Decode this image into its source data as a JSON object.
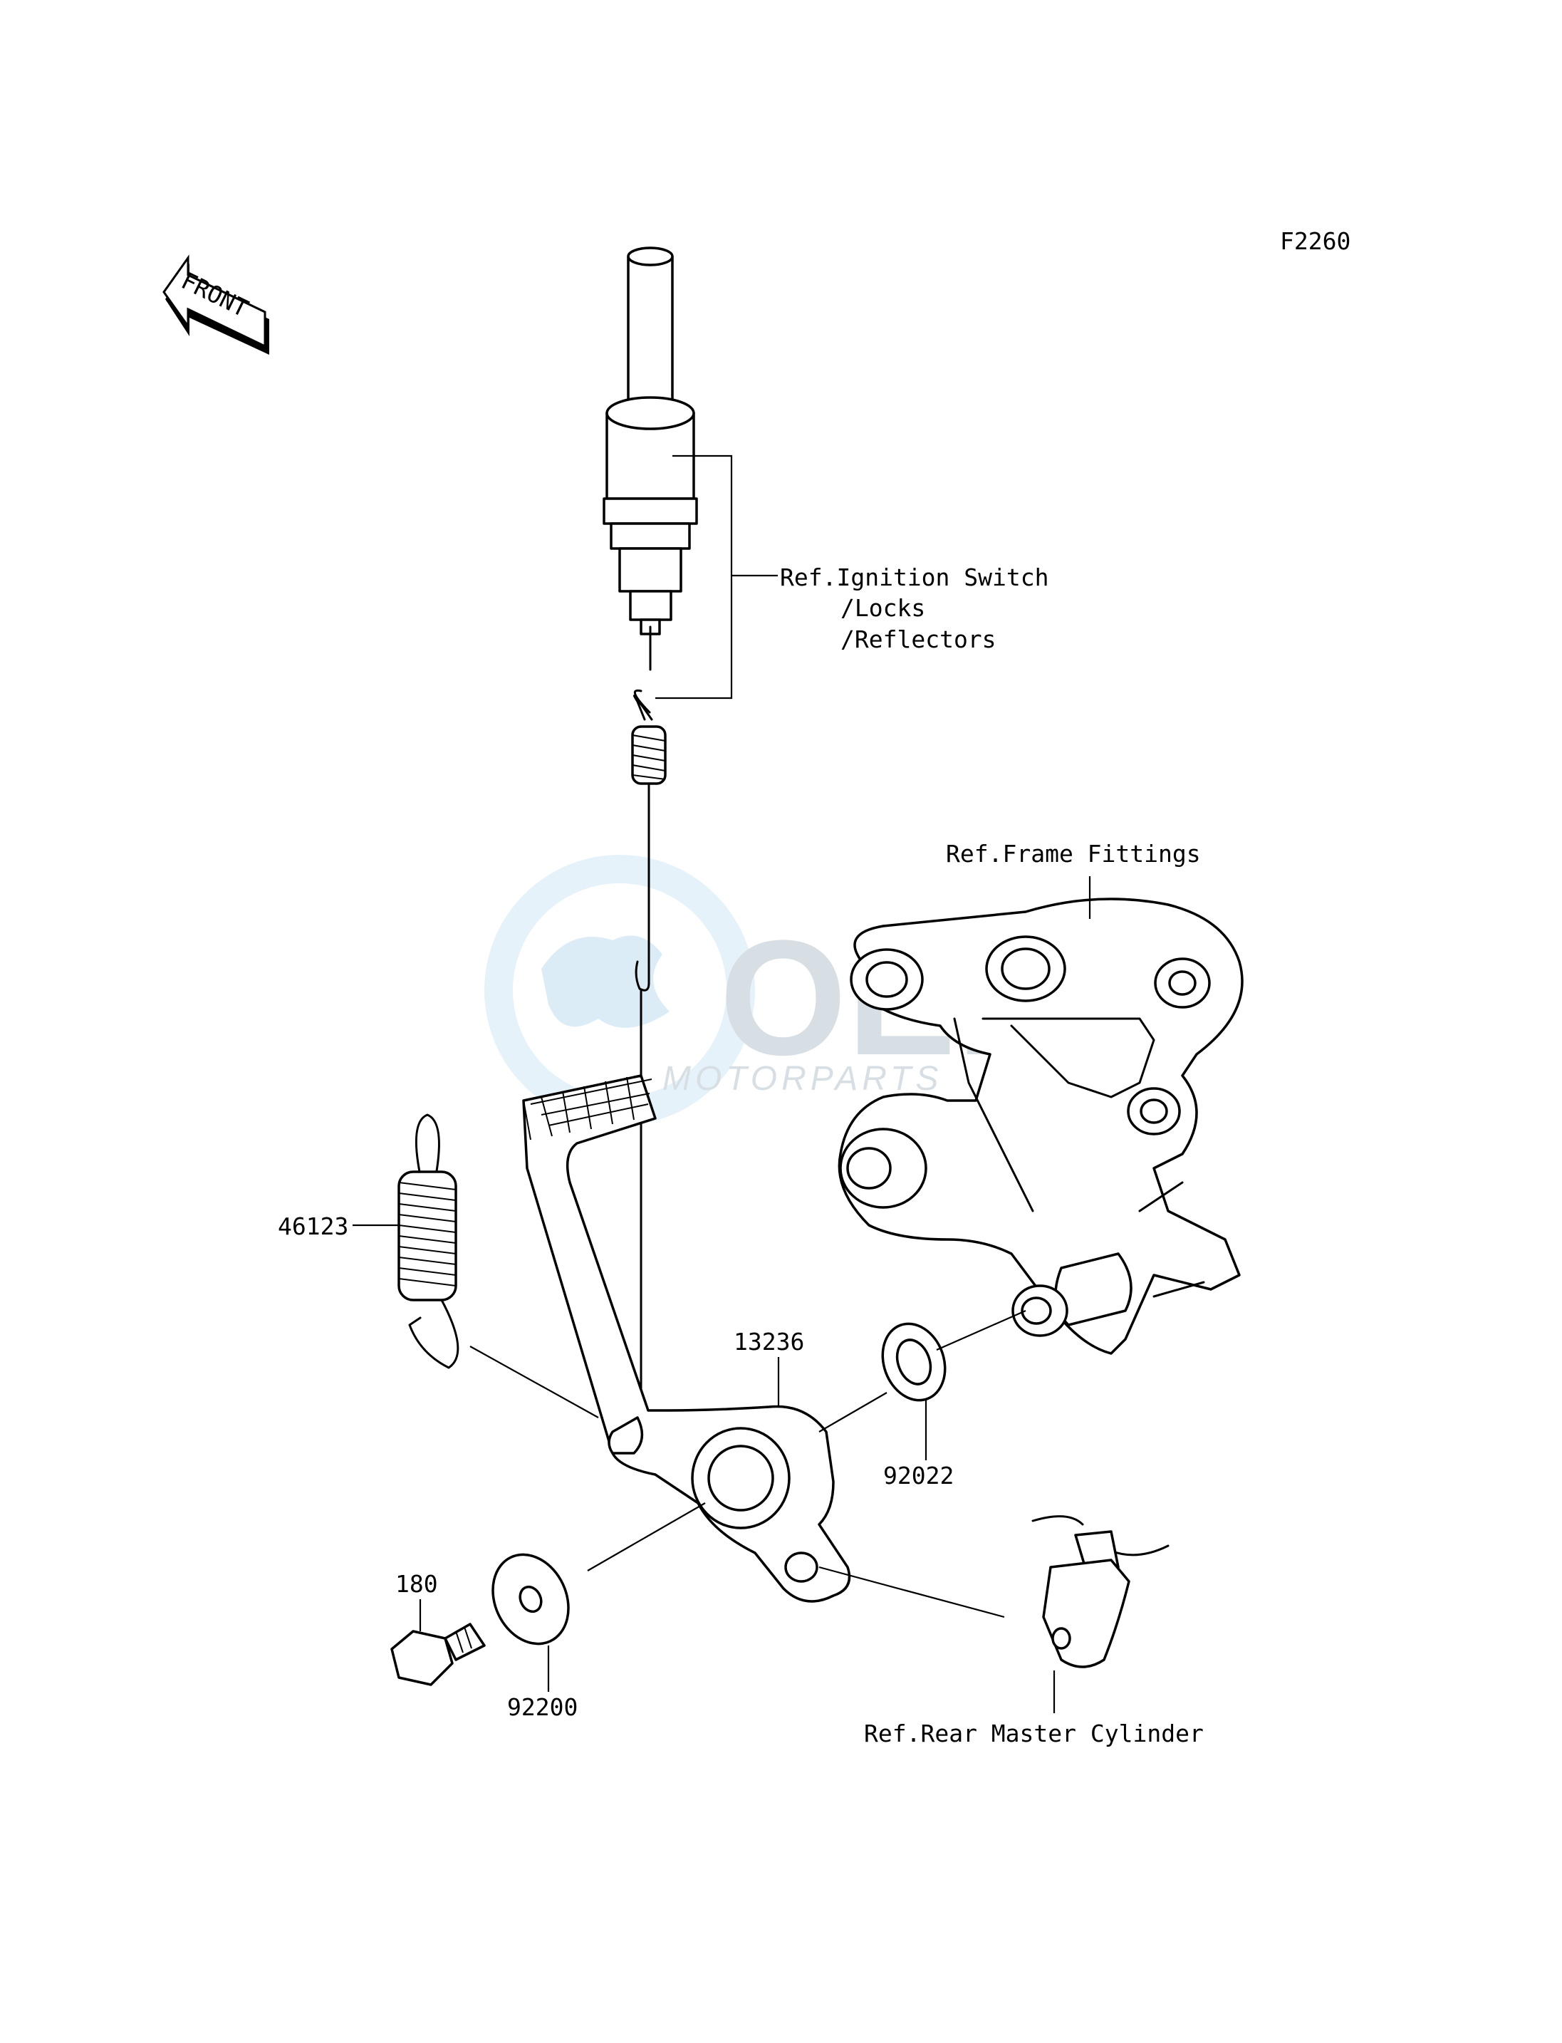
{
  "diagram_code": "F2260",
  "front_arrow": {
    "text": "FRONT"
  },
  "watermark": {
    "brand": "OEM",
    "sub": "MOTORPARTS"
  },
  "callouts": {
    "ignition_ref": [
      "Ref.Ignition Switch",
      "/Locks",
      "/Reflectors"
    ],
    "frame_ref": "Ref.Frame Fittings",
    "master_cyl_ref": "Ref.Rear Master Cylinder",
    "p46123": "46123",
    "p13236": "13236",
    "p92022": "92022",
    "p180": "180",
    "p92200": "92200"
  }
}
